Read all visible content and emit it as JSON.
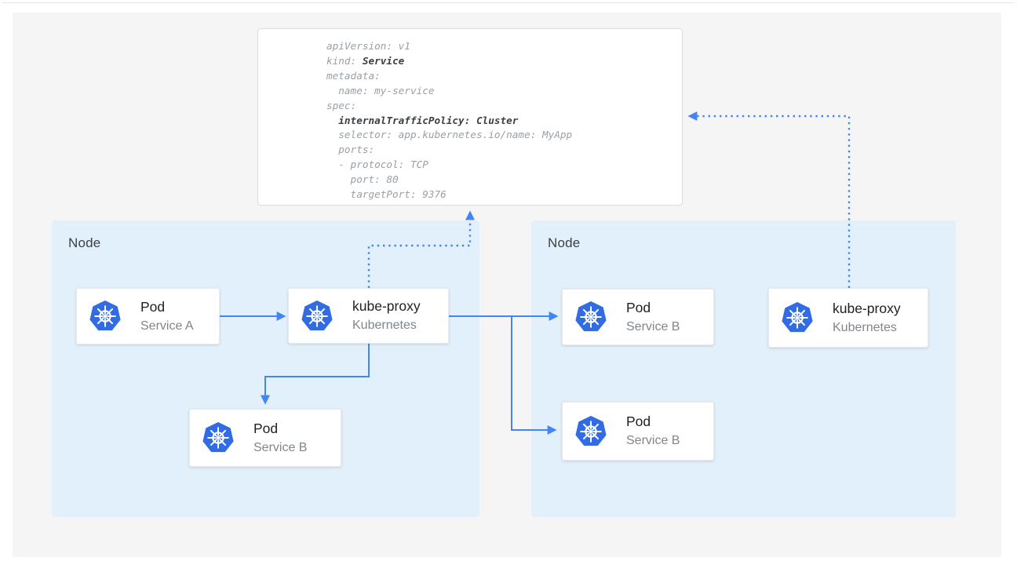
{
  "code": {
    "lines": [
      {
        "pre": "apiVersion: v1"
      },
      {
        "pre": "kind: ",
        "bold": "Service"
      },
      {
        "pre": "metadata:"
      },
      {
        "pre": "  name: my-service"
      },
      {
        "pre": "spec:"
      },
      {
        "pre": "  ",
        "bold": "internalTrafficPolicy: Cluster"
      },
      {
        "pre": "  selector: app.kubernetes.io/name: MyApp"
      },
      {
        "pre": "  ports:"
      },
      {
        "pre": "  - protocol: TCP"
      },
      {
        "pre": "    port: 80"
      },
      {
        "pre": "    targetPort: 9376"
      }
    ]
  },
  "nodes": {
    "left": {
      "label": "Node"
    },
    "right": {
      "label": "Node"
    }
  },
  "cards": {
    "pod_a": {
      "title": "Pod",
      "subtitle": "Service A"
    },
    "kube_proxy_left": {
      "title": "kube-proxy",
      "subtitle": "Kubernetes"
    },
    "pod_b_left": {
      "title": "Pod",
      "subtitle": "Service B"
    },
    "pod_b_right_top": {
      "title": "Pod",
      "subtitle": "Service B"
    },
    "pod_b_right_bottom": {
      "title": "Pod",
      "subtitle": "Service B"
    },
    "kube_proxy_right": {
      "title": "kube-proxy",
      "subtitle": "Kubernetes"
    }
  },
  "icons": {
    "kubernetes": "kubernetes-wheel-icon"
  },
  "colors": {
    "kubernetes_blue": "#326ce5",
    "arrow_blue": "#4285f4",
    "node_background": "#e2f0fb",
    "canvas_background": "#f5f5f5"
  }
}
